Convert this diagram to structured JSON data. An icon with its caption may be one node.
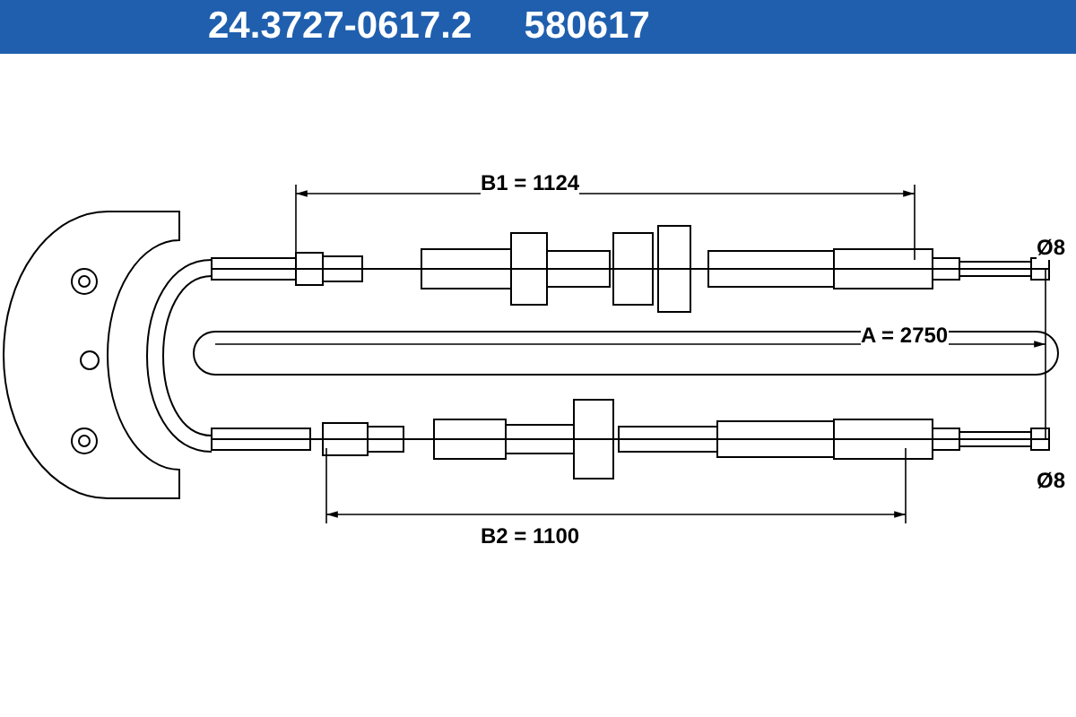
{
  "diagram": {
    "title": "24.3727-0617.2     580617",
    "labels": [
      "B1 = 1124",
      "Ø8",
      "A = 2750",
      "Ø8",
      "B2 = 1100"
    ]
  }
}
